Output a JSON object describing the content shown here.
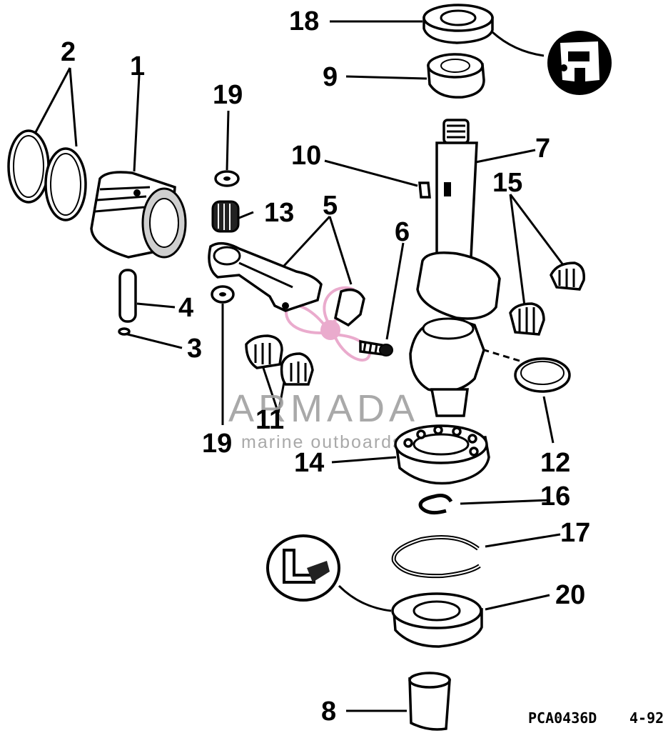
{
  "callouts": [
    "1",
    "2",
    "3",
    "4",
    "5",
    "6",
    "7",
    "8",
    "9",
    "10",
    "11",
    "12",
    "13",
    "14",
    "15",
    "16",
    "17",
    "18",
    "19",
    "20"
  ],
  "callout_19_second": "19",
  "drawing_code": "PCA0436D",
  "drawing_date": "4-92",
  "watermark": {
    "brand": "ARMADA",
    "tagline": "marine outboards",
    "colors": {
      "propeller": "#e8a3c8",
      "text": "#a0a0a0"
    }
  },
  "icons": {
    "top_sealant": "sealant-tube-icon",
    "bottom_sealant": "sealant-application-icon"
  }
}
